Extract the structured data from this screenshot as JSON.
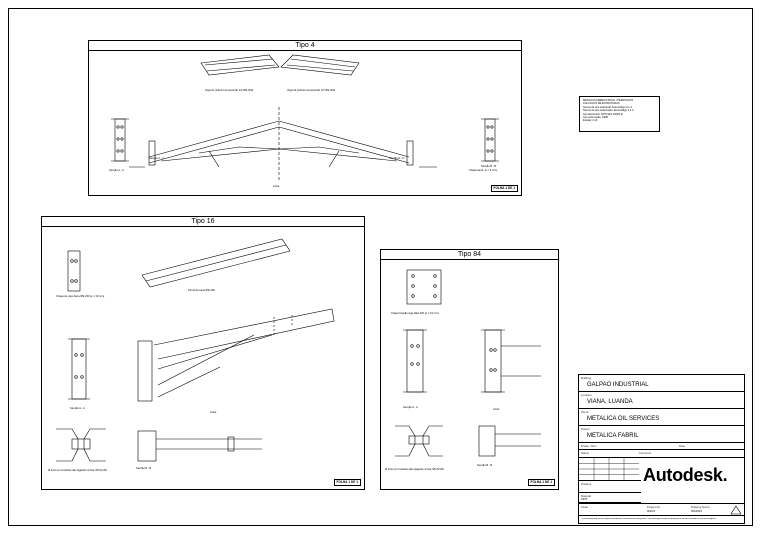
{
  "sheet": {
    "panels": {
      "tipo4": {
        "title": "Tipo 4",
        "tag": "FOLHA 1 DE 1",
        "labels": {
          "perfil_left": "Vigia 01 (inferior da asna fab 1/3 IPE 200)",
          "perfil_right": "Vigia 02 (inferior da asna fab 1/3 IPE 200)",
          "corte": "Corte",
          "secao_a": "Secção A - A",
          "secao_c": "Secção C - C",
          "secao_d": "Secção D - D",
          "secao_b": "Secção B - B",
          "chapa": "Chapa tamb. (e = 8 mm)"
        }
      },
      "tipo16": {
        "title": "Tipo 16",
        "tag": "FOLHA 1 DE 1",
        "labels": {
          "chapa_topo": "Chapa de topo Asna IPE 200 (e = 10 mm)",
          "perna": "Perna da asna IPE 200",
          "corte": "Corte",
          "secao_a": "Secção A - A",
          "secao_b": "Secção B - B",
          "nota": "Ø furos em furacões das ligações a fixar 3/8 (M 20)"
        }
      },
      "tipo84": {
        "title": "Tipo 84",
        "tag": "FOLHA 1 DE 1",
        "labels": {
          "chapa": "Chapa fixação viga HEA 260 (e = 16 mm)",
          "corte": "Corte",
          "secao_a": "Secção A - A",
          "secao_b": "Secção B - B",
          "nota": "Ø furos em furacões das ligações a fixar 3/8 (M 20)"
        }
      }
    },
    "notes": [
      "METALICA FABRIL/VISUAL / PERFIS DOS",
      "CALCULOS DE ESTRUTURAS",
      "Norma de aço estrutural: Eurocódigo 3 e 4",
      "Norma de aço enformado: Eurocódigo 3 e 4",
      "Aço Estrutural: S275 (EN 10025-2)",
      "Aço enformado: S280",
      "Escala: 1:10"
    ],
    "title_block": {
      "building_caption": "Building",
      "building": "GALPAO INDUSTRIAL",
      "location_caption": "Location",
      "location": "VIANA, LUANDA",
      "client_caption": "Client",
      "client": "METALICA OIL SERVICES",
      "project_caption": "Project",
      "project": "METALICA FABRIL",
      "drawn_caption": "Drawn / Rev",
      "date_caption": "Date",
      "status_caption": "Status",
      "comment_caption": "Comment",
      "drawing_caption": "Drawing",
      "material_caption": "Material",
      "material": "S275",
      "scale_caption": "Scale",
      "project_no_caption": "Project No.",
      "project_no": "001/23",
      "drawing_no_caption": "Drawing Numb",
      "drawing_no": "001/2023",
      "brand": "Autodesk.",
      "footer": "This drawing may not be copied, distributed or disclosed to third parties. The drawing remains the property of METALICA FABRIL and its designers."
    }
  }
}
